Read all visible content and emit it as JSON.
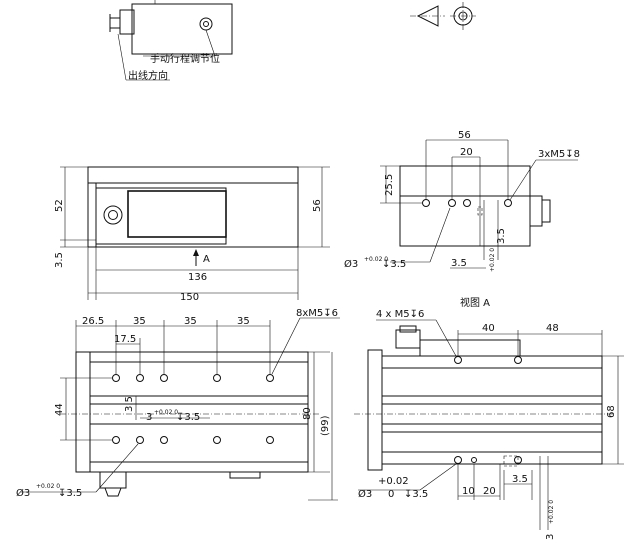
{
  "labels": {
    "manual_adjust": "手动行程调节位",
    "outlet_direction": "出线方向",
    "view_a_title": "视图 A",
    "view_arrow_a": "A"
  },
  "top_right_view": {
    "dim_56": "56",
    "dim_20": "20",
    "dim_25_5": "25.5",
    "dim_3xm5": "3xM5↧8",
    "dim_3_5_right": "3.5",
    "dim_3_5_bottom": "3.5",
    "dim_hole": "Ø3",
    "hole_tol": "+0.02 0",
    "hole_depth": "↧3.5",
    "hole_tol_v": "+0.02 0"
  },
  "front_view": {
    "dim_52": "52",
    "dim_56": "56",
    "dim_3_5": "3.5",
    "dim_136": "136",
    "dim_150": "150"
  },
  "bottom_left_view": {
    "dim_26_5": "26.5",
    "dim_35_a": "35",
    "dim_35_b": "35",
    "dim_35_c": "35",
    "dim_17_5": "17.5",
    "dim_8xm5": "8xM5↧6",
    "dim_44": "44",
    "dim_3_5": "3.5",
    "dim_80": "80",
    "dim_99": "(99)",
    "dim_hole_inner": "3",
    "dim_hole_inner_tol": "+0.02 0",
    "dim_hole_inner_depth": "↧3.5",
    "dim_hole": "Ø3",
    "hole_tol": "+0.02 0",
    "hole_depth": "↧3.5"
  },
  "view_a": {
    "dim_4xm5": "4 x M5↧6",
    "dim_40": "40",
    "dim_48": "48",
    "dim_68": "68",
    "dim_3_5": "3.5",
    "dim_10": "10",
    "dim_20": "20",
    "dim_hole": "Ø3",
    "dim_hole_zero": "0",
    "hole_tol": "+0.02",
    "hole_depth": "↧3.5",
    "hole_tol_v": "+0.02 0",
    "dim_3_v": "3"
  }
}
